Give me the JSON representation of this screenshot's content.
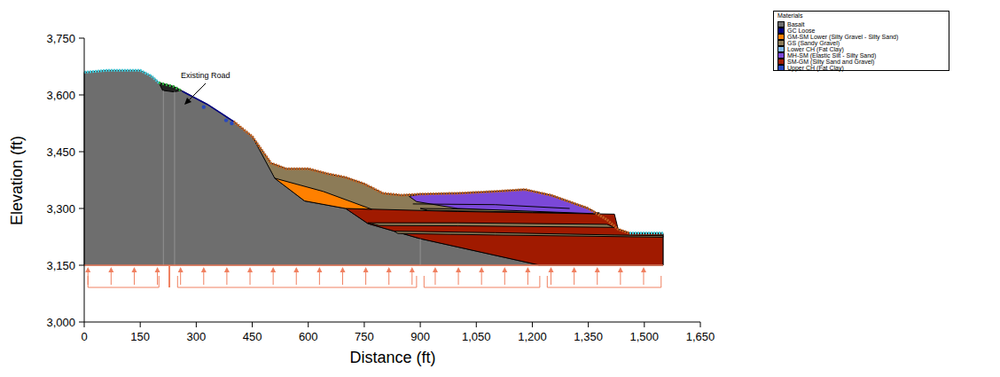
{
  "diagram": {
    "labels": [
      "3,750",
      "3,600",
      "3,450",
      "3,300",
      "3,150",
      "3,000",
      "0",
      "150",
      "300",
      "450",
      "600",
      "750",
      "900",
      "1,050",
      "1,200",
      "1,350",
      "1,500",
      "1,650",
      "Elevation (ft)",
      "Distance (ft)",
      "Existing Road",
      "Materials"
    ],
    "legend": [
      {
        "text": "Basalt",
        "color": "#6e6e6e"
      },
      {
        "text": "GC Loose",
        "color": "#000080"
      },
      {
        "text": "GM-SM Lower (Silty Gravel - Silty Sand)",
        "color": "#ff8000"
      },
      {
        "text": "GS (Sandy Gravel)",
        "color": "#8c7b57"
      },
      {
        "text": "Lower CH (Fat Clay)",
        "color": "#80b8e8"
      },
      {
        "text": "MH-SM (Elastic Silt - Silty Sand)",
        "color": "#7b48d8"
      },
      {
        "text": "SM-GM (Silty Sand and Gravel)",
        "color": "#a01a00"
      },
      {
        "text": "Upper CH (Fat Clay)",
        "color": "#2848c0"
      }
    ]
  }
}
